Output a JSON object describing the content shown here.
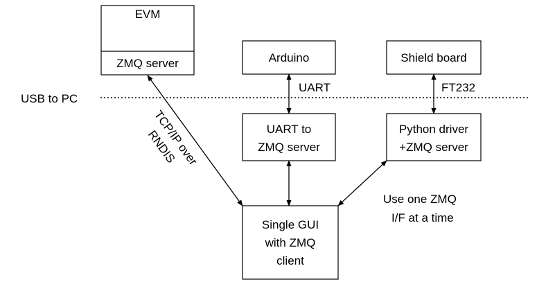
{
  "usb_line": {
    "label": "USB to PC"
  },
  "nodes": {
    "evm": {
      "title": "EVM",
      "subtitle": "ZMQ server"
    },
    "arduino": {
      "label": "Arduino"
    },
    "shield": {
      "label": "Shield board"
    },
    "uart_server": {
      "line1": "UART to",
      "line2": "ZMQ server"
    },
    "python_driver": {
      "line1": "Python driver",
      "line2": "+ZMQ server"
    },
    "gui": {
      "line1": "Single GUI",
      "line2": "with ZMQ",
      "line3": "client"
    }
  },
  "edges": {
    "uart": {
      "label": "UART"
    },
    "ft232": {
      "label": "FT232"
    },
    "tcpip": {
      "line1": "TCP/IP over",
      "line2": "RNDIS"
    }
  },
  "note": {
    "line1": "Use one ZMQ",
    "line2": "I/F at a time"
  }
}
